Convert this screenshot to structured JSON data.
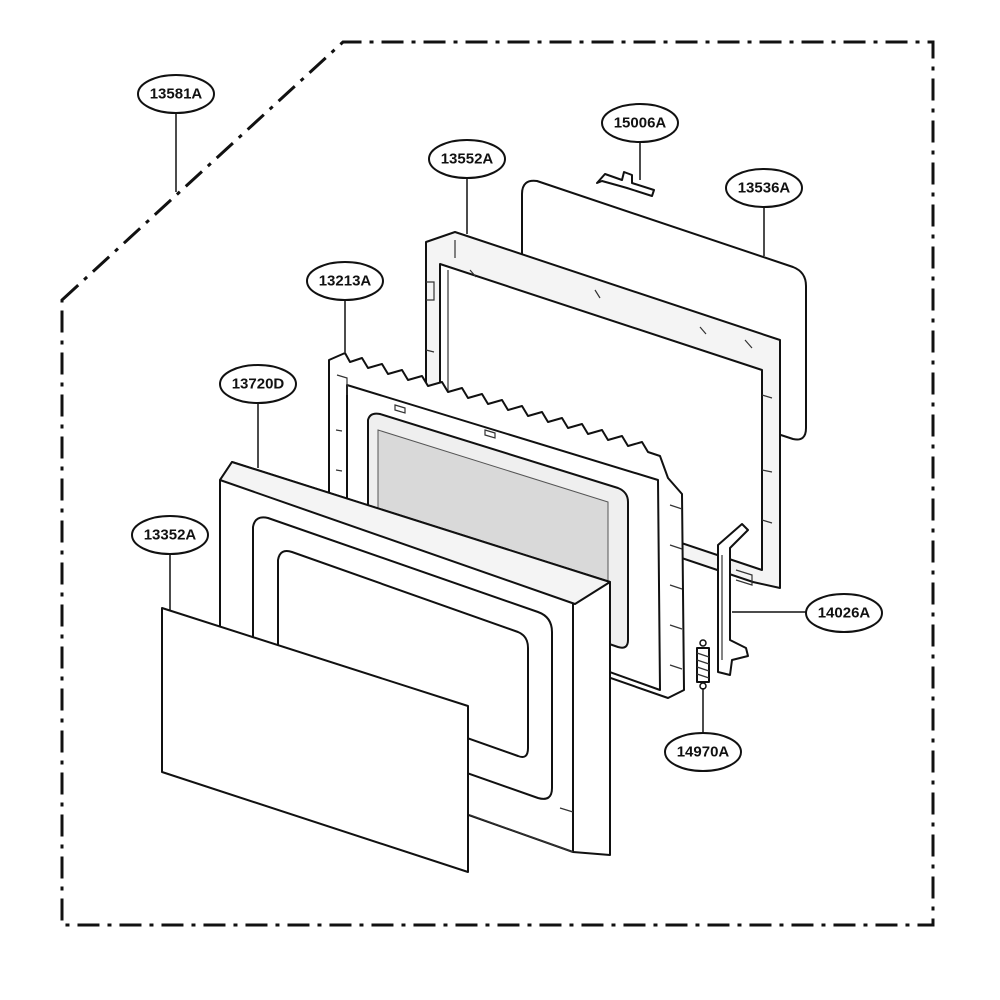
{
  "diagram": {
    "colors": {
      "line": "#111111",
      "face": "#ffffff",
      "window": "#d9d9d9",
      "window_light": "#efefef",
      "frame": "#f4f4f4"
    },
    "callouts": {
      "c13581A": "13581A",
      "c15006A": "15006A",
      "c13552A": "13552A",
      "c13536A": "13536A",
      "c13213A": "13213A",
      "c13720D": "13720D",
      "c13352A": "13352A",
      "c14026A": "14026A",
      "c14970A": "14970A"
    }
  }
}
